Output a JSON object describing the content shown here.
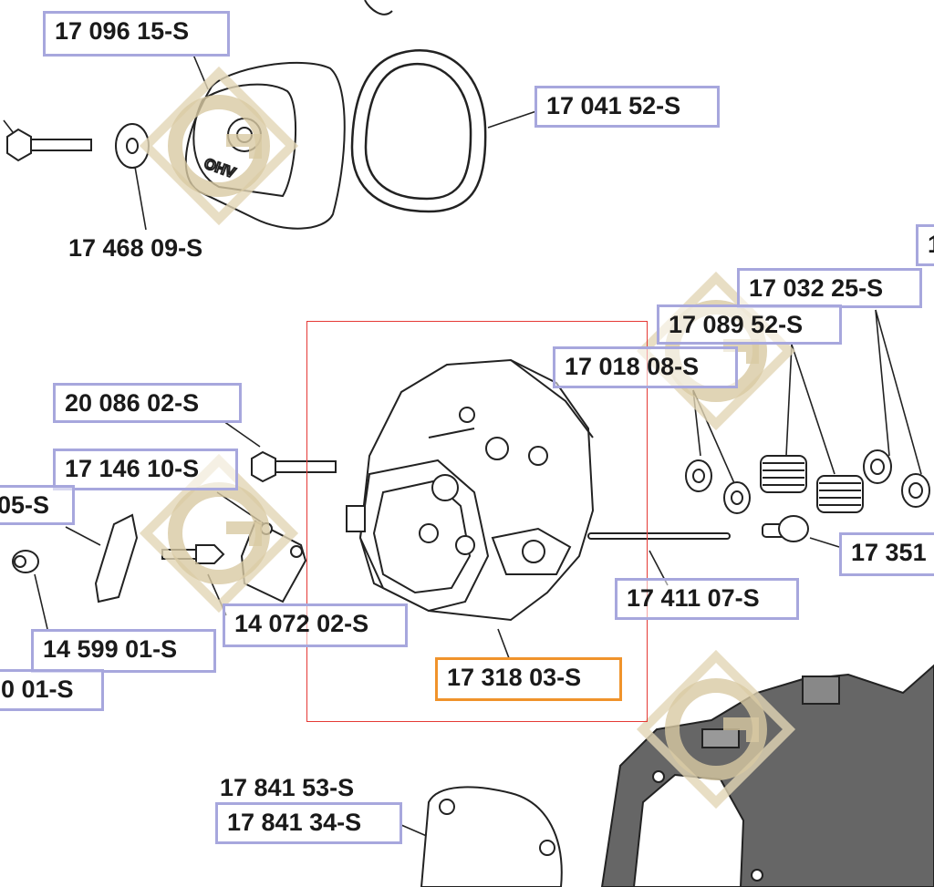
{
  "colors": {
    "label_border": "#a7a7dd",
    "selected_border": "#f0932b",
    "highlight_frame": "#e53935",
    "watermark": "#d8c9a3",
    "line_art": "#222222"
  },
  "watermark_icon": "g-diamond-logo",
  "labels": {
    "l_17096": "17 096 15-S",
    "l_17041": "17 041 52-S",
    "l_17468": "17 468 09-S",
    "l_edge_top": "1",
    "l_17032": "17 032 25-S",
    "l_17089": "17 089 52-S",
    "l_17018": "17 018 08-S",
    "l_20086": "20 086 02-S",
    "l_17146": "17 146 10-S",
    "l_05s": "05-S",
    "l_17351": "17 351",
    "l_17411": "17 411 07-S",
    "l_14072": "14 072 02-S",
    "l_14599": "14 599 01-S",
    "l_17318": "17 318 03-S",
    "l_001s": "0 01-S",
    "l_17841_53": "17 841 53-S",
    "l_17841_34": "17 841 34-S"
  },
  "selected_part": "17 318 03-S"
}
